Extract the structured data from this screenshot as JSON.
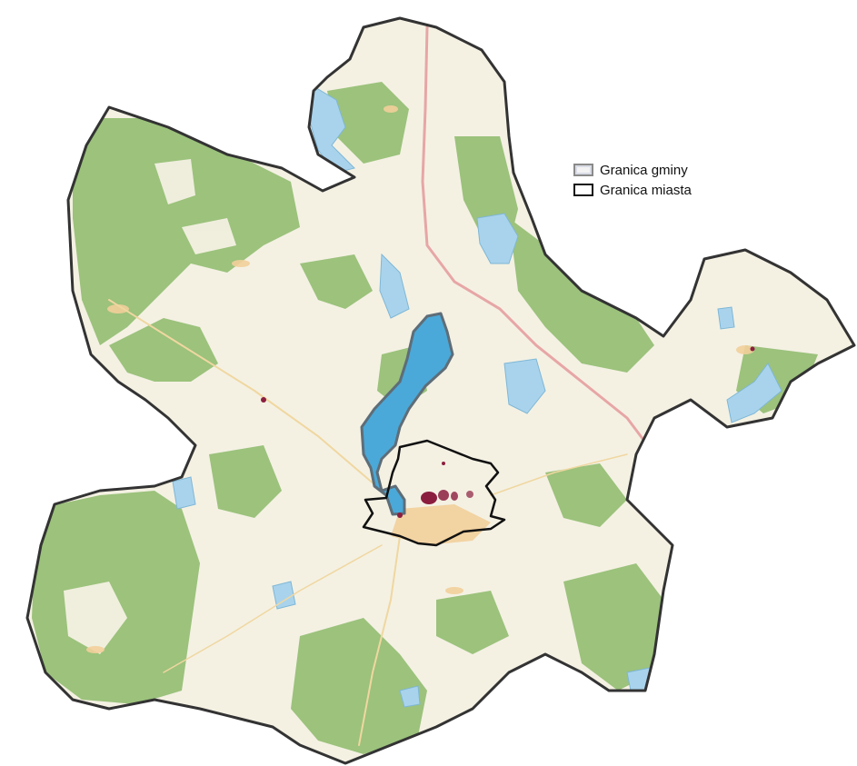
{
  "legend": {
    "items": [
      {
        "label": "Granica gminy",
        "symbol": "municipality-boundary"
      },
      {
        "label": "Granica miasta",
        "symbol": "city-boundary"
      }
    ]
  },
  "colors": {
    "forest": "#9cc27c",
    "forest_dark": "#86b266",
    "land": "#f4f1e3",
    "water": "#a9d3ec",
    "lake": "#4aa9d8",
    "lake_outline": "#5e6d78",
    "road": "#e7a6a6",
    "boundary": "#333333",
    "city_boundary": "#111111",
    "urban": "#f2cf9a",
    "hotspot": "#8b1e3f"
  }
}
